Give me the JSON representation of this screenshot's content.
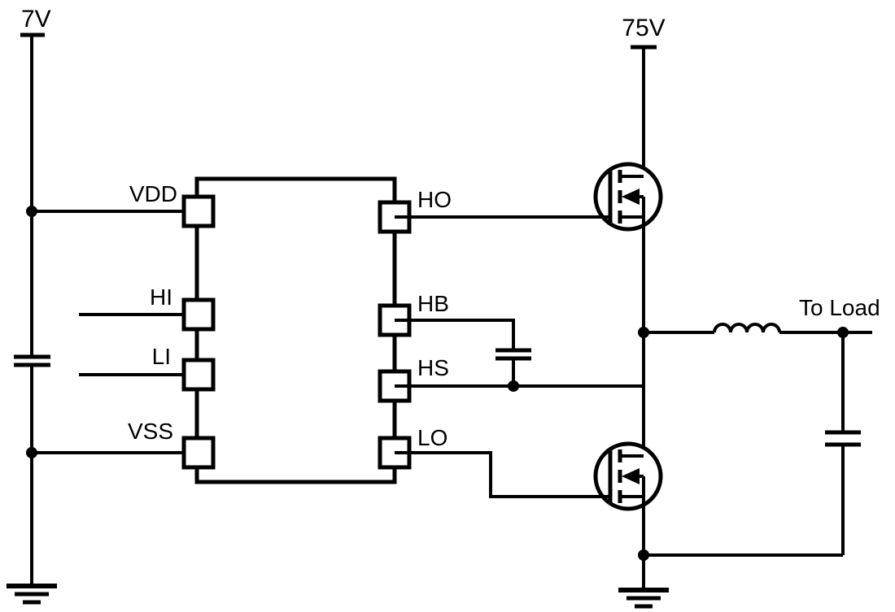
{
  "title": "Half-bridge gate driver schematic",
  "colors": {
    "background": "#ffffff",
    "line": "#000000",
    "text": "#000000"
  },
  "labels": {
    "supply_left": "7V",
    "supply_right": "75V",
    "to_load": "To Load"
  },
  "ic": {
    "pins": {
      "vdd": "VDD",
      "hi": "HI",
      "li": "LI",
      "vss": "VSS",
      "ho": "HO",
      "hb": "HB",
      "hs": "HS",
      "lo": "LO"
    }
  },
  "symbols": {
    "input_capacitor": "capacitor-symbol",
    "bootstrap_capacitor": "capacitor-symbol",
    "output_capacitor": "capacitor-symbol",
    "output_inductor": "inductor-symbol",
    "high_side_transistor": "n-channel-mosfet-symbol",
    "low_side_transistor": "n-channel-mosfet-symbol",
    "ground_left": "earth-ground-symbol",
    "ground_right": "earth-ground-symbol"
  }
}
